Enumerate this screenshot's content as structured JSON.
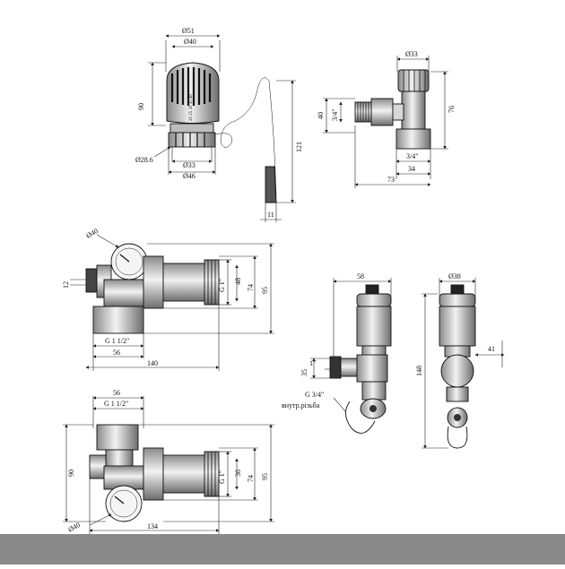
{
  "drawing1": {
    "d51": "Ø51",
    "d40": "Ø40",
    "h90": "90",
    "scale": "20 25 30 35 40",
    "d286": "Ø28.6",
    "d33": "Ø33",
    "d46": "Ø46",
    "h121": "121",
    "w11": "11"
  },
  "drawing2": {
    "d33": "Ø33",
    "h40": "40",
    "t34": "3/4\"",
    "h76": "76",
    "b34": "3/4\"",
    "w34": "34",
    "w73": "73"
  },
  "drawing3": {
    "d40": "Ø40",
    "h12": "12",
    "g1": "G 1\"",
    "h48": "48",
    "h74": "74",
    "h95": "95",
    "g112": "G 1 1/2\"",
    "w56": "56",
    "w140": "140"
  },
  "drawing4": {
    "w58": "58",
    "d38": "Ø38",
    "h148": "148",
    "w41": "41",
    "h35": "35",
    "i1": "1\"",
    "g34": "G 3/4\"",
    "inner": "внутр.різьба"
  },
  "drawing5": {
    "w56": "56",
    "g112": "G 1 1/2\"",
    "h90": "90",
    "g1": "G 1\"",
    "h36": "36",
    "h74": "74",
    "h95": "95",
    "d40": "Ø40",
    "w134": "134"
  },
  "colors": {
    "band": "#8a8a8a",
    "metal": "#cfcfcf",
    "dark": "#2a2a2a"
  }
}
